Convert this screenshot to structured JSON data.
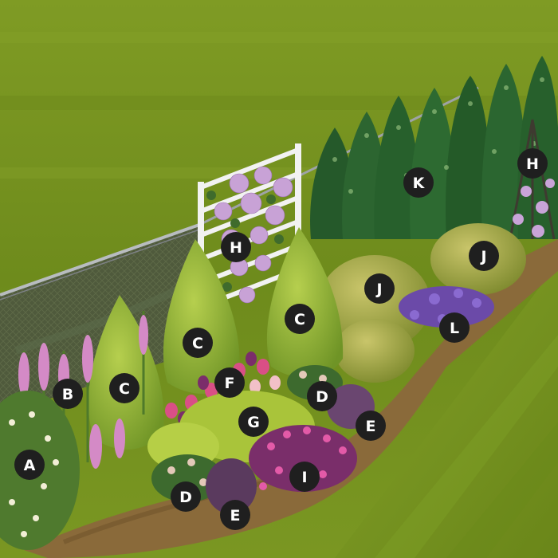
{
  "scene": {
    "description_colors": {
      "lawn": "#7c9a22",
      "lawn_dark": "#5f7a17",
      "mulch": "#8a6a3a",
      "marker_fill": "#1f1f1f",
      "marker_text": "#ffffff"
    },
    "markers": [
      {
        "id": "a",
        "label": "A"
      },
      {
        "id": "b",
        "label": "B"
      },
      {
        "id": "c1",
        "label": "C"
      },
      {
        "id": "c2",
        "label": "C"
      },
      {
        "id": "c3",
        "label": "C"
      },
      {
        "id": "d1",
        "label": "D"
      },
      {
        "id": "d2",
        "label": "D"
      },
      {
        "id": "e1",
        "label": "E"
      },
      {
        "id": "e2",
        "label": "E"
      },
      {
        "id": "f",
        "label": "F"
      },
      {
        "id": "g",
        "label": "G"
      },
      {
        "id": "h1",
        "label": "H"
      },
      {
        "id": "h2",
        "label": "H"
      },
      {
        "id": "i",
        "label": "I"
      },
      {
        "id": "j1",
        "label": "J"
      },
      {
        "id": "j2",
        "label": "J"
      },
      {
        "id": "k",
        "label": "K"
      },
      {
        "id": "l",
        "label": "L"
      }
    ]
  }
}
